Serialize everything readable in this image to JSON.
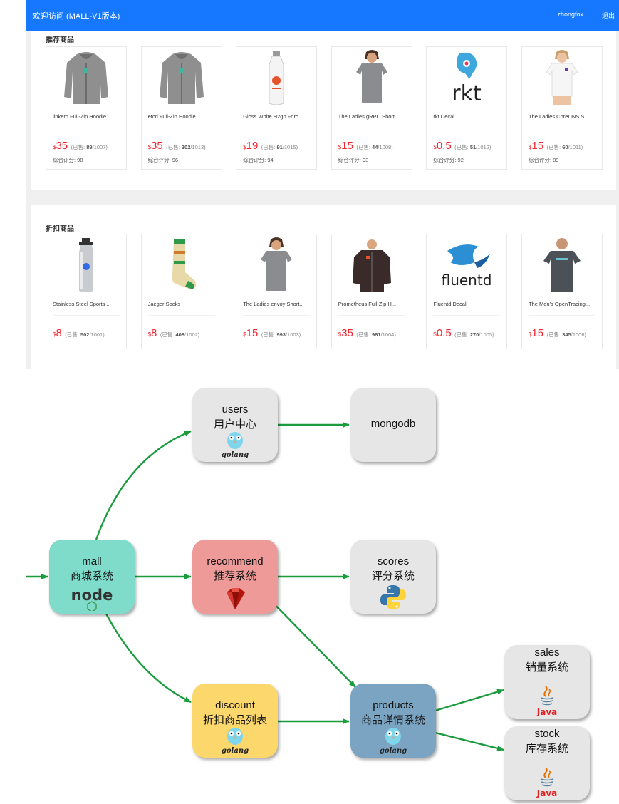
{
  "header": {
    "title": "欢迎访问 (MALL-V1版本)",
    "user": "zhongfox",
    "logout": "退出"
  },
  "recommend": {
    "title": "推荐商品",
    "items": [
      {
        "name": "linkerd Full-Zip Hoodie",
        "currency": "$",
        "price": "35",
        "sold_prefix": "(已售: ",
        "sold": "89",
        "stock": "/1007)",
        "score_label": "综合评分: ",
        "score": "98",
        "icon": "gray-hoodie"
      },
      {
        "name": "etcd Full-Zip Hoodie",
        "currency": "$",
        "price": "35",
        "sold_prefix": "(已售: ",
        "sold": "302",
        "stock": "/1013)",
        "score_label": "综合评分: ",
        "score": "96",
        "icon": "gray-hoodie"
      },
      {
        "name": "Gloss White H2go Forc...",
        "currency": "$",
        "price": "19",
        "sold_prefix": "(已售: ",
        "sold": "91",
        "stock": "/1015)",
        "score_label": "综合评分: ",
        "score": "94",
        "icon": "white-bottle"
      },
      {
        "name": "The Ladies gRPC Short...",
        "currency": "$",
        "price": "15",
        "sold_prefix": "(已售: ",
        "sold": "44",
        "stock": "/1008)",
        "score_label": "综合评分: ",
        "score": "93",
        "icon": "ladies-tshirt-gray"
      },
      {
        "name": "rkt Decal",
        "currency": "$",
        "price": "0.5",
        "sold_prefix": "(已售: ",
        "sold": "51",
        "stock": "/1012)",
        "score_label": "综合评分: ",
        "score": "92",
        "icon": "rkt-logo"
      },
      {
        "name": "The Ladies CoreDNS S...",
        "currency": "$",
        "price": "15",
        "sold_prefix": "(已售: ",
        "sold": "60",
        "stock": "/1011)",
        "score_label": "综合评分: ",
        "score": "89",
        "icon": "ladies-tshirt-white"
      }
    ]
  },
  "discount": {
    "title": "折扣商品",
    "items": [
      {
        "name": "Stainless Steel Sports ...",
        "currency": "$",
        "price": "8",
        "sold_prefix": "(已售: ",
        "sold": "502",
        "stock": "/1001)",
        "icon": "steel-bottle"
      },
      {
        "name": "Jaeger Socks",
        "currency": "$",
        "price": "8",
        "sold_prefix": "(已售: ",
        "sold": "408",
        "stock": "/1002)",
        "icon": "sock"
      },
      {
        "name": "The Ladies envoy Short...",
        "currency": "$",
        "price": "15",
        "sold_prefix": "(已售: ",
        "sold": "993",
        "stock": "/1003)",
        "icon": "ladies-tshirt-gray"
      },
      {
        "name": "Prometheus Full-Zip H...",
        "currency": "$",
        "price": "35",
        "sold_prefix": "(已售: ",
        "sold": "981",
        "stock": "/1004)",
        "icon": "dark-hoodie"
      },
      {
        "name": "Fluentd Decal",
        "currency": "$",
        "price": "0.5",
        "sold_prefix": "(已售: ",
        "sold": "270",
        "stock": "/1005)",
        "icon": "fluentd-logo"
      },
      {
        "name": "The Men's OpenTracing...",
        "currency": "$",
        "price": "15",
        "sold_prefix": "(已售: ",
        "sold": "345",
        "stock": "/1006)",
        "icon": "mens-tshirt"
      }
    ]
  },
  "diagram": {
    "nodes": {
      "users": {
        "line1": "users",
        "line2": "用户中心",
        "logo": "golang",
        "color": "#e6e6e6"
      },
      "mongodb": {
        "line1": "mongodb",
        "line2": "",
        "color": "#e6e6e6"
      },
      "mall": {
        "line1": "mall",
        "line2": "商城系统",
        "logo": "node",
        "color": "#7fdccb"
      },
      "recommend": {
        "line1": "recommend",
        "line2": "推荐系统",
        "logo": "ruby",
        "color": "#ee9a98"
      },
      "scores": {
        "line1": "scores",
        "line2": "评分系统",
        "logo": "python",
        "color": "#e6e6e6"
      },
      "discount": {
        "line1": "discount",
        "line2": "折扣商品列表",
        "logo": "golang",
        "color": "#fcd76b"
      },
      "products": {
        "line1": "products",
        "line2": "商品详情系统",
        "logo": "golang",
        "color": "#7aa4c2"
      },
      "sales": {
        "line1": "sales",
        "line2": "销量系统",
        "logo": "java",
        "color": "#e6e6e6"
      },
      "stock": {
        "line1": "stock",
        "line2": "库存系统",
        "logo": "java",
        "color": "#e6e6e6"
      }
    },
    "logo_text": {
      "golang": "golang",
      "node": "node",
      "java": "Java"
    },
    "arrow_color": "#1a9c3e"
  }
}
